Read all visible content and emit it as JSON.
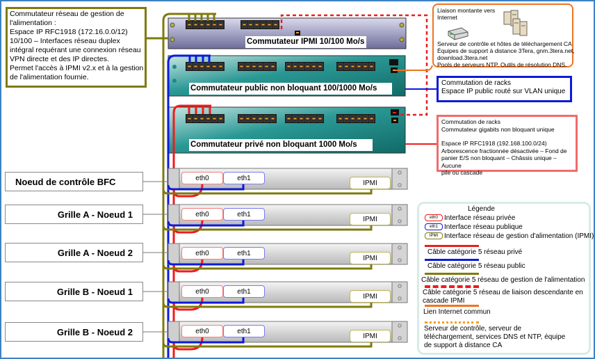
{
  "colors": {
    "frame": "#3b82c4",
    "private": "#ee1c1c",
    "public": "#0d1ad9",
    "power": "#7f7a0c",
    "internet": "#f07320",
    "ipmi_switch": "#8e8db8",
    "teal_switch": "#1f8a86",
    "legend_border": "#d7ece7"
  },
  "power_info": {
    "lines": [
      "Commutateur réseau de gestion de",
      "l'alimentation :",
      "Espace IP RFC1918 (172.16.0.0/12)",
      "10/100 – Interfaces réseau duplex",
      "intégral requérant une connexion réseau",
      "VPN directe et des IP directes.",
      "Permet l'accès à IPMI v2.x et à la gestion",
      "de l'alimentation fournie."
    ]
  },
  "internet_info": {
    "title_lines": [
      "Liaison montante vers",
      "Internet"
    ],
    "lines": [
      "Serveur de contrôle et hôtes de téléchargement CA",
      "Équipes de support à distance 3Tera, gnm.3tera.net,",
      "download.3tera.net",
      "Pools de serveurs NTP. Outils de résolution DNS."
    ],
    "icons": [
      "router-icon",
      "server-rack-icon"
    ]
  },
  "public_info": {
    "lines": [
      "Commutation de racks",
      "Espace IP public routé sur VLAN unique"
    ]
  },
  "private_info": {
    "lines": [
      "Commutation de racks",
      "Commutateur gigabits non bloquant unique",
      "",
      "Espace IP RFC1918 (192.168.100.0/24)",
      "Arborescence fractionnée désactivée – Fond de",
      "panier E/S non bloquant – Châssis unique – Aucune",
      "pile ou cascade"
    ]
  },
  "switches": [
    {
      "id": "ipmi",
      "label": "Commutateur IPMI 10/100 Mo/s"
    },
    {
      "id": "public",
      "label": "Commutateur public non bloquant 100/1000 Mo/s"
    },
    {
      "id": "private",
      "label": "Commutateur privé non bloquant 1000 Mo/s"
    }
  ],
  "nodes": [
    {
      "label": "Noeud de contrôle BFC",
      "eth0": "eth0",
      "eth1": "eth1",
      "ipmi": "IPMI"
    },
    {
      "label": "Grille A - Noeud 1",
      "eth0": "eth0",
      "eth1": "eth1",
      "ipmi": "IPMI"
    },
    {
      "label": "Grille A - Noeud 2",
      "eth0": "eth0",
      "eth1": "eth1",
      "ipmi": "IPMI"
    },
    {
      "label": "Grille B - Noeud 1",
      "eth0": "eth0",
      "eth1": "eth1",
      "ipmi": "IPMI"
    },
    {
      "label": "Grille B - Noeud 2",
      "eth0": "eth0",
      "eth1": "eth1",
      "ipmi": "IPMI"
    }
  ],
  "legend": {
    "title": "Légende",
    "interfaces": [
      {
        "pill": "eth0",
        "label": "Interface réseau privée"
      },
      {
        "pill": "eth1",
        "label": "Interface réseau publique"
      },
      {
        "pill": "IPMI",
        "label": "Interface réseau de gestion d'alimentation (IPMI)"
      }
    ],
    "cables": [
      {
        "label": "Câble catégorie 5 réseau privé"
      },
      {
        "label": "Câble catégorie 5 réseau public"
      },
      {
        "label": "Câble catégorie 5 réseau de gestion de l'alimentation"
      },
      {
        "label_lines": [
          "Câble catégorie 5 réseau de liaison descendante en",
          "cascade IPMI"
        ]
      },
      {
        "label": "Lien Internet commun"
      },
      {
        "label_lines": [
          "Serveur de contrôle, serveur de",
          "téléchargement, services DNS et NTP, équipe",
          "de support à distance CA"
        ]
      }
    ]
  }
}
